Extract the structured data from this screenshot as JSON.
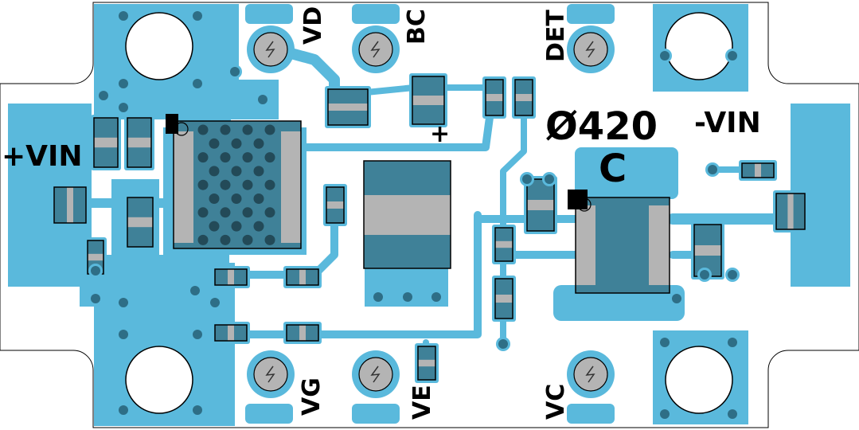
{
  "board": {
    "colors": {
      "copper": "#5ab9dc",
      "component_body": "#3f8198",
      "pad": "#b4b4b4",
      "via": "#234a58",
      "silkscreen": "#000000"
    },
    "part_number": "Ø420",
    "revision": "C",
    "polarity_mark": "+",
    "labels": {
      "plus_vin": "+VIN",
      "minus_vin": "-VIN",
      "vd": "VD",
      "bc": "BC",
      "det": "DET",
      "vg": "VG",
      "ve": "VE",
      "vc": "VC"
    },
    "test_point_icon": "lightning-bolt-icon"
  }
}
